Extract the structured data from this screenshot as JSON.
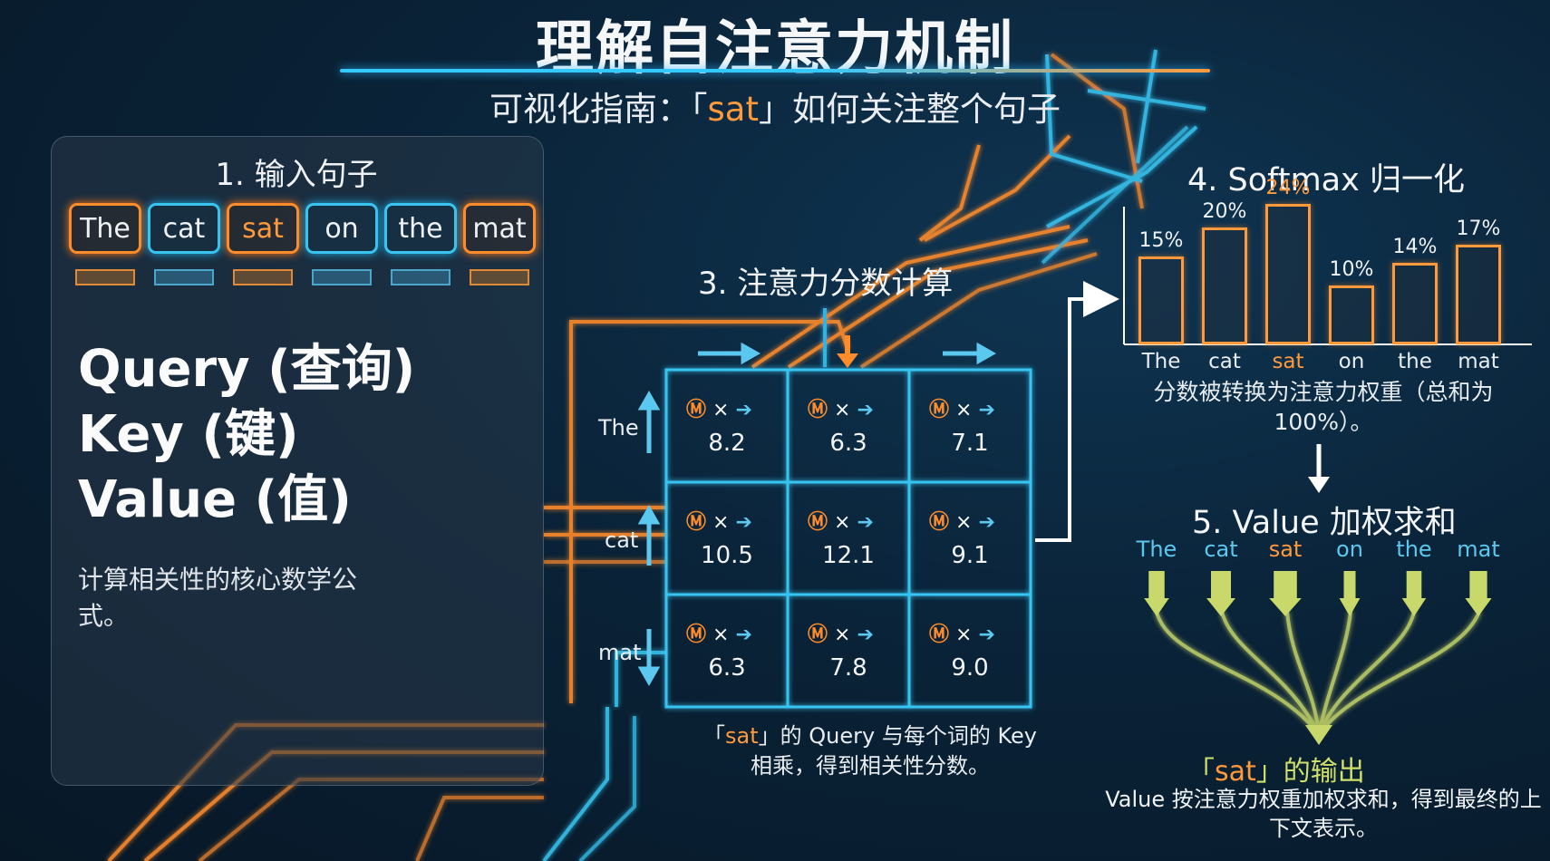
{
  "title": "理解自注意力机制",
  "subtitle": {
    "before": "可视化指南：「",
    "highlight": "sat",
    "after": "」如何关注整个句子"
  },
  "step1": {
    "title": "1. 输入句子",
    "tokens": [
      "The",
      "cat",
      "sat",
      "on",
      "the",
      "mat"
    ],
    "query_label": "Query (查询)",
    "key_label": "Key (键)",
    "value_label": "Value (值)",
    "description": "计算相关性的核心数学公式。"
  },
  "step3": {
    "title": "3. 注意力分数计算",
    "row_labels": [
      "The",
      "cat",
      "mat"
    ],
    "op_symbol": "×",
    "scores": [
      [
        "8.2",
        "6.3",
        "7.1"
      ],
      [
        "10.5",
        "12.1",
        "9.1"
      ],
      [
        "6.3",
        "7.8",
        "9.0"
      ]
    ],
    "note_open": "「",
    "note_hl": "sat",
    "note_rest": "」的 Query 与每个词的 Key",
    "note_line2": "相乘，得到相关性分数。"
  },
  "step4": {
    "title": "4. Softmax 归一化",
    "pct_labels": [
      "15%",
      "20%",
      "24%",
      "10%",
      "14%",
      "17%"
    ],
    "categories": [
      "The",
      "cat",
      "sat",
      "on",
      "the",
      "mat"
    ],
    "note": "分数被转换为注意力权重（总和为100%）。"
  },
  "step5": {
    "title": "5. Value 加权求和",
    "words": [
      "The",
      "cat",
      "sat",
      "on",
      "the",
      "mat"
    ],
    "output_open": "「",
    "output_hl": "sat",
    "output_rest": "」的输出",
    "output_desc": "Value 按注意力权重加权求和，得到最终的上下文表示。"
  },
  "colors": {
    "orange": "#ff9a3c",
    "cyan": "#39c4f0",
    "green": "#c8d86a"
  },
  "chart_data": {
    "type": "bar",
    "categories": [
      "The",
      "cat",
      "sat",
      "on",
      "the",
      "mat"
    ],
    "values": [
      15,
      20,
      24,
      10,
      14,
      17
    ],
    "ylim": [
      0,
      26
    ]
  }
}
